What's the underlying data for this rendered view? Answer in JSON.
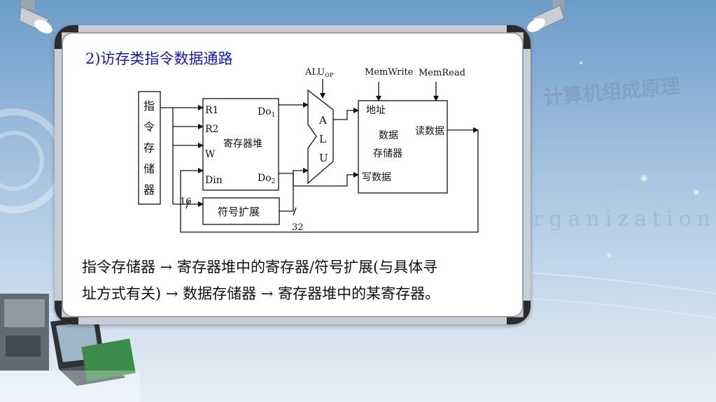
{
  "slide": {
    "title": "2)访存类指令数据通路",
    "description_line1": "指令存储器 → 寄存器堆中的寄存器/符号扩展(与具体寻",
    "description_line2": "址方式有关) → 数据存储器 → 寄存器堆中的某寄存器。",
    "watermark_cn": "计算机组成原理",
    "watermark_en": "rganization"
  },
  "diagram": {
    "instr_mem_chars": [
      "指",
      "令",
      "存",
      "储",
      "器"
    ],
    "regfile": {
      "name": "寄存器堆",
      "port_r1": "R1",
      "port_r2": "R2",
      "port_w": "W",
      "port_din": "Din",
      "port_do1": "Do",
      "port_do1_sub": "1",
      "port_do2": "Do",
      "port_do2_sub": "2"
    },
    "alu": {
      "chars": [
        "A",
        "L",
        "U"
      ],
      "op_label": "ALU",
      "op_sub": "OP"
    },
    "datamem": {
      "name_line1": "数据",
      "name_line2": "存储器",
      "port_addr": "地址",
      "port_read": "读数据",
      "port_write": "写数据",
      "ctrl_write": "MemWrite",
      "ctrl_read": "MemRead"
    },
    "sign_ext": {
      "name": "符号扩展"
    },
    "bits_in": "16",
    "bits_out": "32"
  },
  "colors": {
    "title": "#1a1aa8",
    "background_top": "#7fa8cf",
    "background_bottom": "#dfe9f3"
  }
}
